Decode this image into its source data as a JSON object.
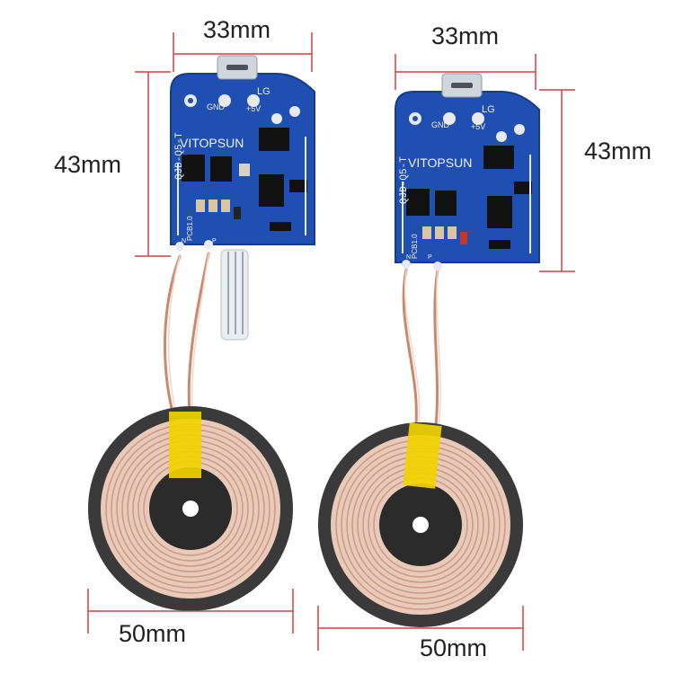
{
  "dimensions": {
    "left_board_width": "33mm",
    "right_board_width": "33mm",
    "left_board_height": "43mm",
    "right_board_height": "43mm",
    "left_coil_diameter": "50mm",
    "right_coil_diameter": "50mm"
  },
  "board_markings": {
    "brand": "VITOPSUN",
    "gnd": "GND",
    "plus5v": "+5V",
    "lg": "LG",
    "model": "QJD-Q5-T",
    "pcb": "PCB1.0",
    "n": "N",
    "p": "P"
  },
  "colors": {
    "background": "#ffffff",
    "pcb": "#1f4fb0",
    "coil_core": "#2b2b2b",
    "coil_wire": "#e2b8a4",
    "tape": "#f0d200",
    "dimension_line": "#d04040"
  }
}
